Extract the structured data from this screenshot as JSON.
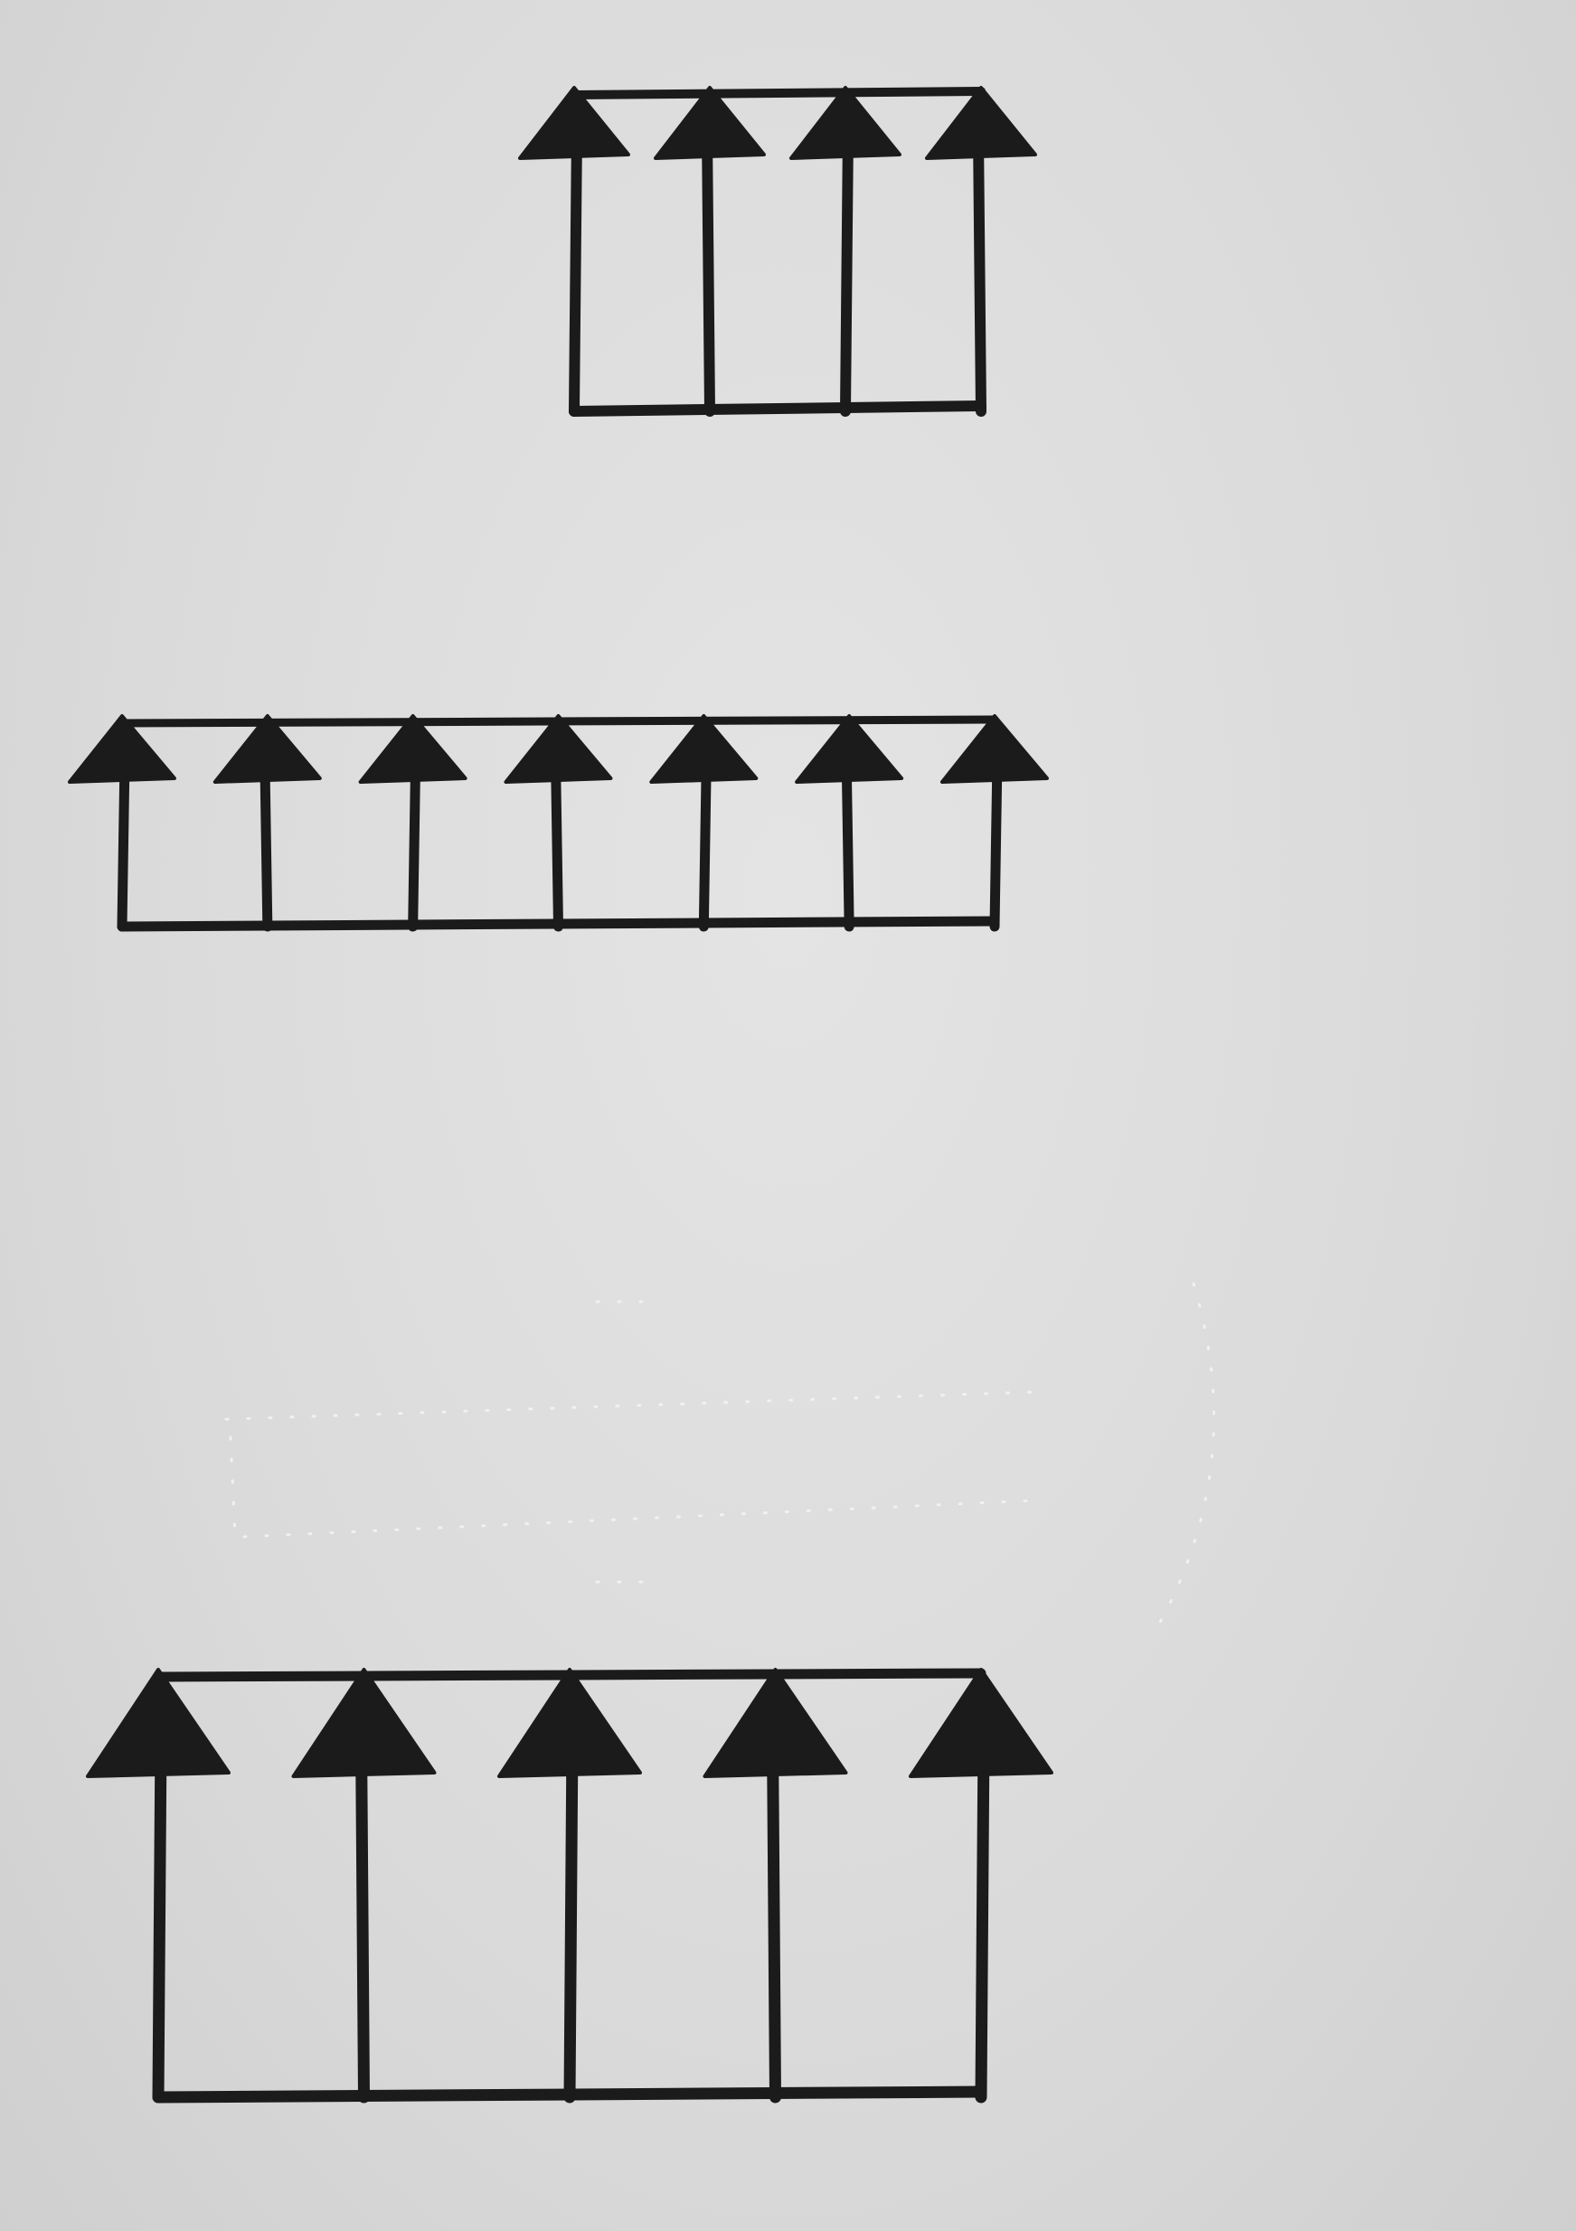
{
  "page": {
    "background": "#dcdcdc",
    "ink": "#1b1b1b"
  },
  "figures": [
    {
      "name": "figure-1-four-arrows",
      "arrow_count": 4
    },
    {
      "name": "figure-2-seven-arrows",
      "arrow_count": 7
    },
    {
      "name": "figure-3-five-arrows",
      "arrow_count": 5
    }
  ]
}
